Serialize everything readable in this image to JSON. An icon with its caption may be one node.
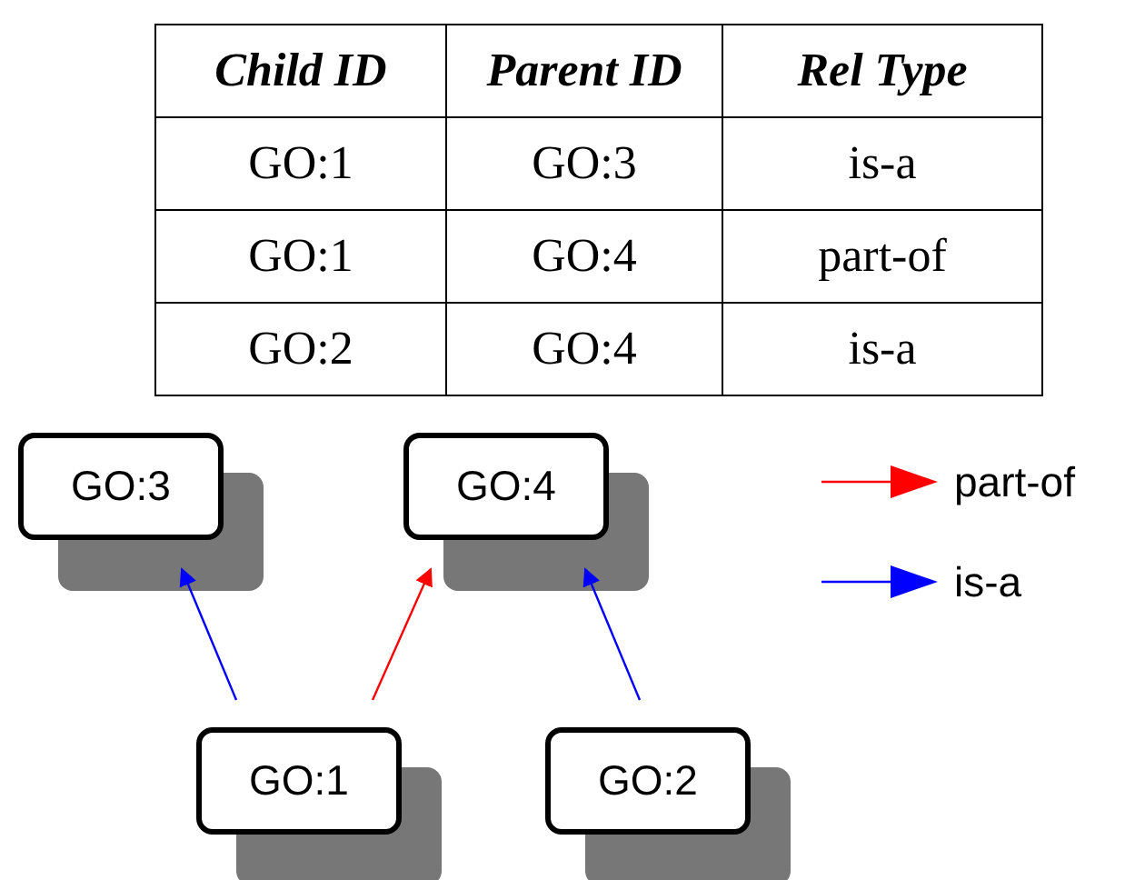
{
  "diagram": {
    "nodes": [
      {
        "text": [
          "GO:3"
        ]
      },
      {
        "text": [
          "GO:4"
        ]
      },
      {
        "text": [
          "GO:1"
        ]
      },
      {
        "text": [
          "GO:2"
        ]
      }
    ],
    "edges": [
      {
        "from": 2,
        "to": 0,
        "arrow": "to"
      },
      {
        "from": 2,
        "to": 1,
        "arrow": "to",
        "color": "#ff0000"
      },
      {
        "from": 3,
        "to": 1,
        "arrow": "to"
      }
    ],
    "labels": [
      "Child ID",
      "Parent ID",
      "Rel Type",
      "GO:1",
      "GO:3",
      "is-a",
      "GO:1",
      "GO:4",
      "part-of",
      "GO:2",
      "GO:4",
      "is-a"
    ],
    "legend": [
      {
        "text": "part-of"
      },
      {
        "text": "is-a"
      }
    ]
  }
}
